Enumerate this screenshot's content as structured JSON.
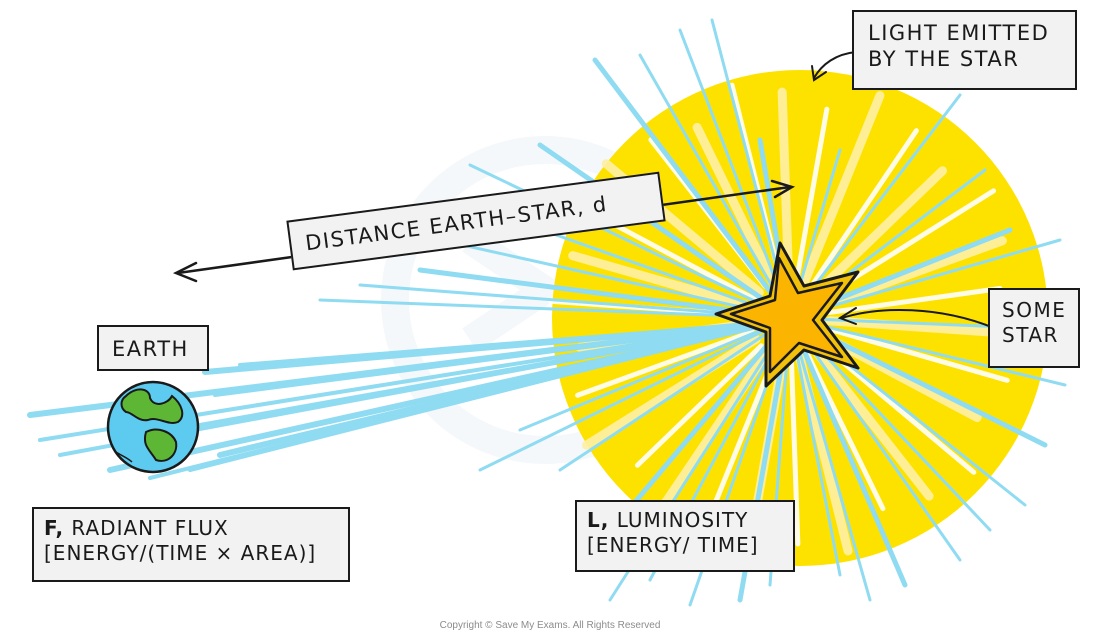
{
  "labels": {
    "light_emitted_line1": "LIGHT EMITTED",
    "light_emitted_line2": "BY THE STAR",
    "some_star_line1": "SOME",
    "some_star_line2": "STAR",
    "earth": "EARTH",
    "distance": "DISTANCE EARTH–STAR, d",
    "flux_symbol": "F,",
    "flux_name": " RADIANT FLUX",
    "flux_units": "[ENERGY/(TIME × AREA)]",
    "lum_symbol": "L,",
    "lum_name": " LUMINOSITY",
    "lum_units": "[ENERGY/ TIME]"
  },
  "copyright": "Copyright © Save My Exams. All Rights Reserved",
  "colors": {
    "sun_disc": "#fde200",
    "sun_rays_pale": "#fff0a6",
    "light_beam": "#8fdbf2",
    "star_fill": "#fbb400",
    "star_outline": "#f2c20a",
    "earth_ocean": "#5dcbf0",
    "earth_land": "#5db634",
    "label_bg": "#f2f2f2",
    "ink": "#1a1a1a"
  }
}
